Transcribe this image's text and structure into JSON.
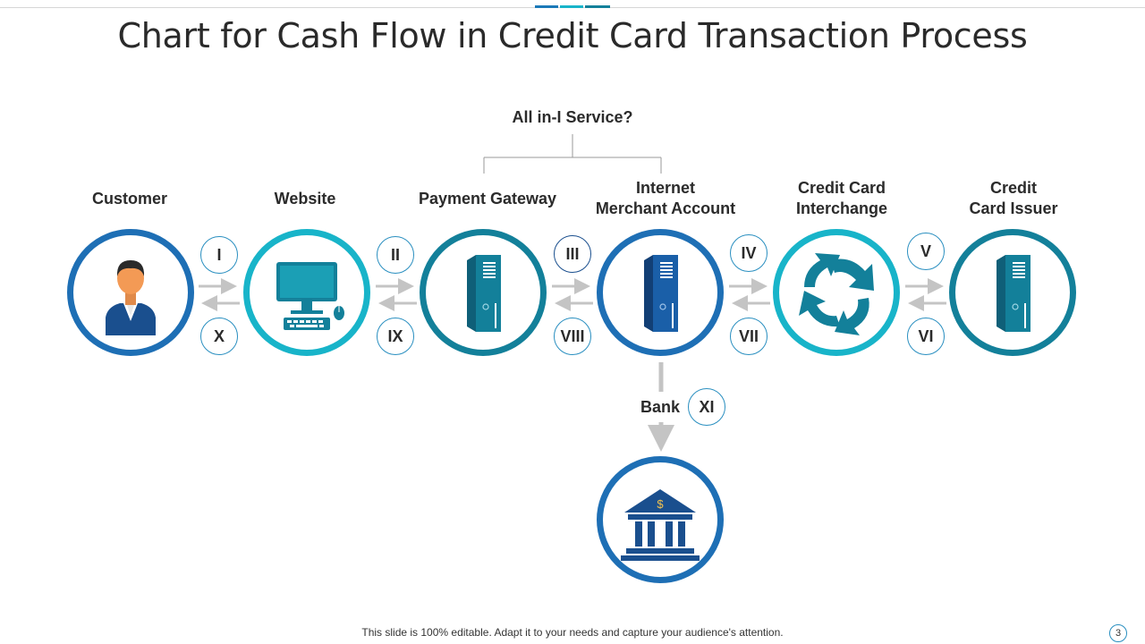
{
  "title": "Chart for Cash Flow in Credit Card Transaction Process",
  "all_in_one_label": "All in-I Service?",
  "nodes": {
    "customer": "Customer",
    "website": "Website",
    "payment_gateway": "Payment Gateway",
    "merchant_line1": "Internet",
    "merchant_line2": "Merchant Account",
    "interchange_line1": "Credit Card",
    "interchange_line2": "Interchange",
    "issuer_line1": "Credit",
    "issuer_line2": "Card Issuer"
  },
  "bank_label": "Bank",
  "steps": {
    "s1": "I",
    "s2": "II",
    "s3": "III",
    "s4": "IV",
    "s5": "V",
    "s6": "VI",
    "s7": "VII",
    "s8": "VIII",
    "s9": "IX",
    "s10": "X",
    "s11": "XI"
  },
  "footer": "This slide is 100% editable. Adapt it to your needs and capture your audience's attention.",
  "page_number": "3",
  "colors": {
    "ring_blue": "#1e6fb5",
    "ring_cyan": "#18b4c9",
    "ring_teal": "#13809a",
    "icon_navy": "#1a4f8e",
    "arrow_gray": "#c4c4c4"
  },
  "icons": [
    "person-icon",
    "computer-icon",
    "server-icon",
    "recycle-arrows-icon",
    "bank-building-icon"
  ]
}
